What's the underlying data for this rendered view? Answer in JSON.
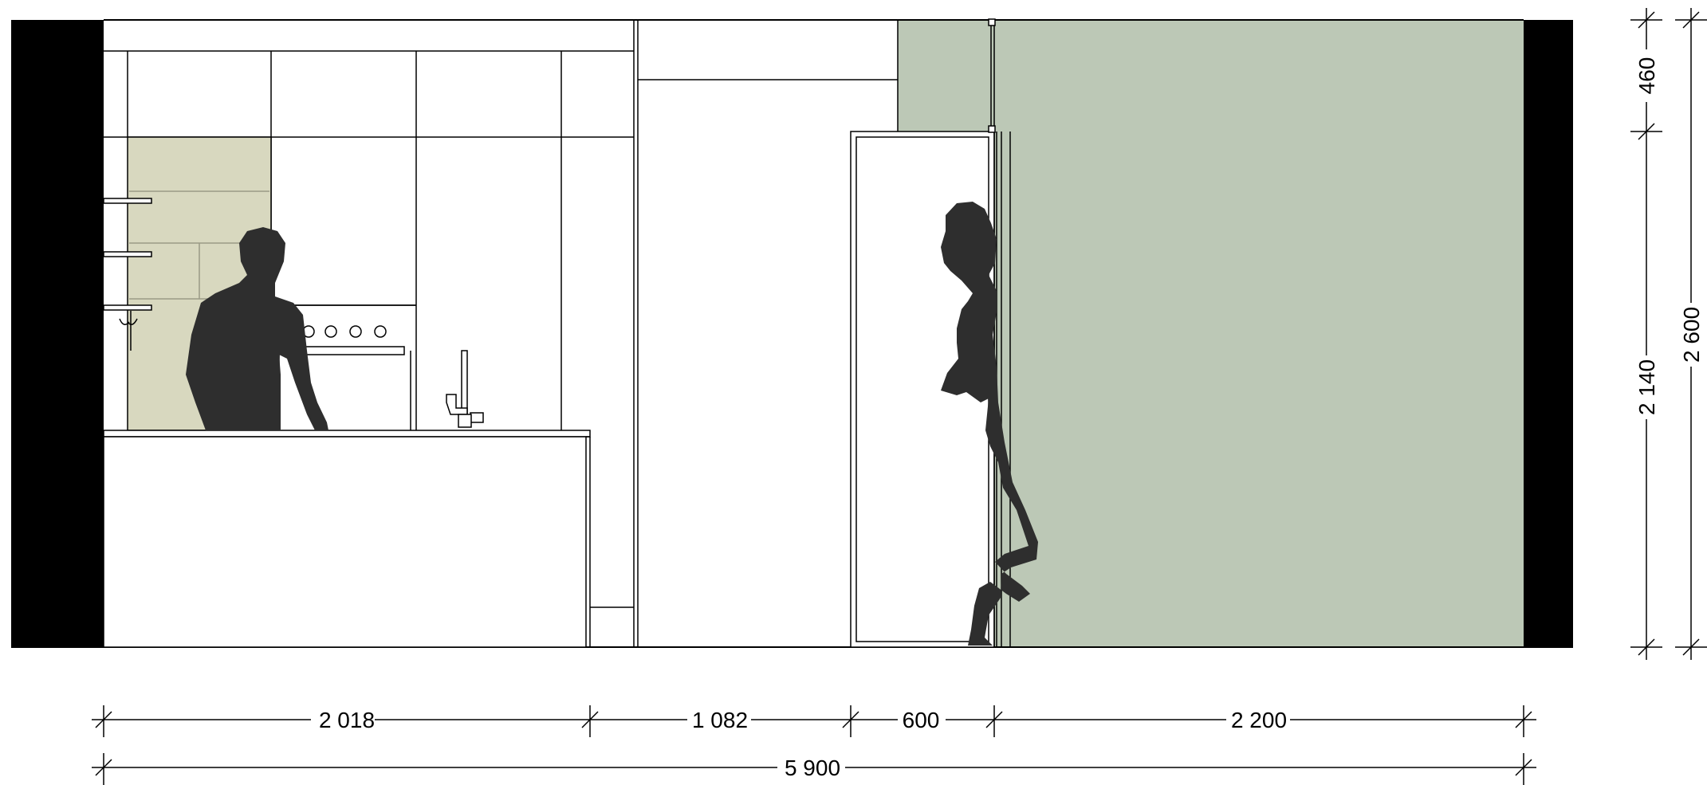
{
  "colors": {
    "wall_end": "#000000",
    "green_wall": "#bcc8b6",
    "shelf_panel": "#d8d8bf",
    "silhouette": "#2e2e2e",
    "line": "#000000",
    "background": "#ffffff"
  },
  "dimensions": {
    "horizontal": {
      "segment_1": "2 018",
      "segment_2": "1 082",
      "segment_3": "600",
      "segment_4": "2 200",
      "total": "5 900"
    },
    "vertical": {
      "upper": "460",
      "lower": "2 140",
      "total": "2 600"
    }
  }
}
